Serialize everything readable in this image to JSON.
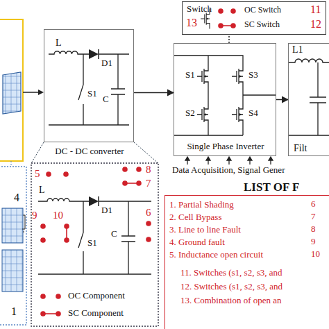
{
  "diagram": {
    "nodes": [
      {
        "text": [
          "Switch"
        ]
      },
      {
        "text": [
          "DC - DC converter"
        ]
      },
      {
        "text": [
          "Single Phase Inverter"
        ]
      },
      {
        "text": [
          "Filt"
        ]
      },
      {
        "text": [
          "LIST OF F",
          "1. Partial Shading",
          "2. Cell Bypass",
          "3. Line to line Fault",
          "4. Ground fault",
          "5. Inductance open circuit",
          "11. Switches (s1, s2, s3, and",
          "12. Switches (s1, s2, s3, and",
          "13. Combination of open an"
        ]
      }
    ],
    "edges": [
      {
        "from": 2,
        "to": 0,
        "arrow": "none"
      },
      {
        "from": 1,
        "to": 2,
        "arrow": "to"
      },
      {
        "from": 2,
        "to": 3,
        "arrow": "to"
      }
    ],
    "labels": [
      "13",
      "OC Switch",
      "11",
      "SC Switch",
      "12",
      "L",
      "D1",
      "S1",
      "C",
      "S1",
      "S3",
      "S2",
      "S4",
      "L1",
      "Data Acquisition, Signal Gener",
      "6",
      "7",
      "8",
      "9",
      "10",
      "4",
      "1",
      "5",
      "8",
      "7",
      "9",
      "10",
      "6",
      "L",
      "D1",
      "S1",
      "C"
    ],
    "legend": [
      {
        "text": "OC Component"
      },
      {
        "text": "SC Component"
      }
    ]
  }
}
